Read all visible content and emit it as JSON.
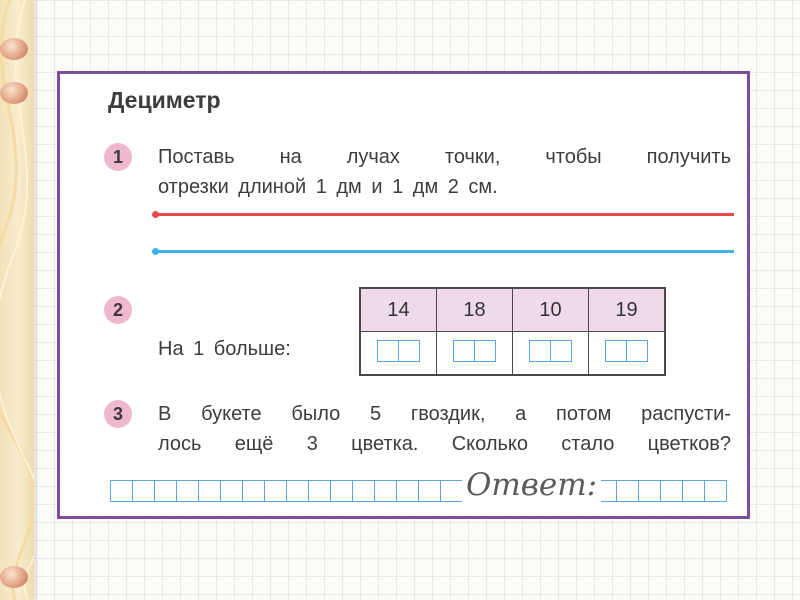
{
  "title": "Дециметр",
  "tasks": [
    {
      "number": "1",
      "lines": [
        "Поставь на лучах точки, чтобы получить",
        "отрезки длиной 1 дм и 1 дм 2 см."
      ]
    },
    {
      "number": "2",
      "label": "На 1 больше:",
      "values": [
        "14",
        "18",
        "10",
        "19"
      ]
    },
    {
      "number": "3",
      "lines": [
        "В букете было 5 гвоздик, а потом распусти-",
        "лось ещё 3 цветка. Сколько стало цветков?"
      ]
    }
  ],
  "answer_label": "Ответ:",
  "colors": {
    "frame": "#7d4e9c",
    "badge": "#f0b8cf",
    "ray_red": "#e84d4d",
    "ray_blue": "#3fb3e8",
    "grid_blue": "#5aa7df"
  }
}
